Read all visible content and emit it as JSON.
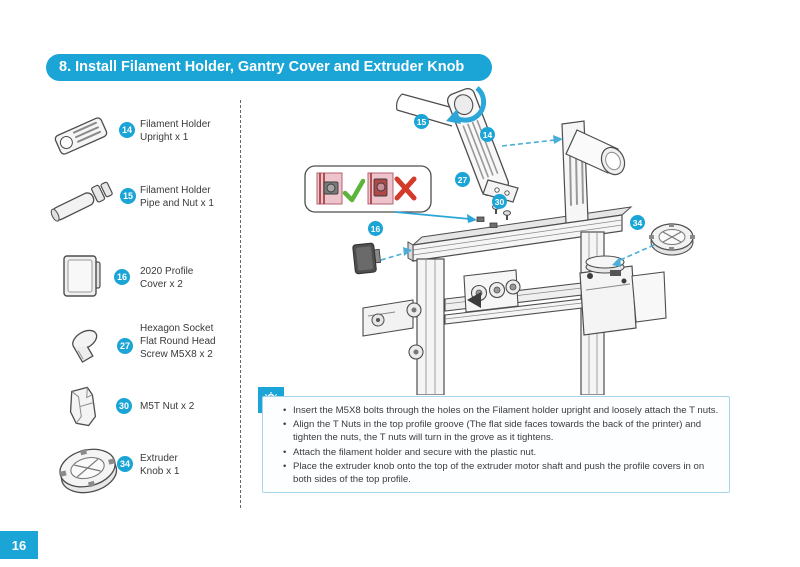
{
  "header": {
    "title": "8. Install Filament Holder, Gantry Cover and Extruder Knob"
  },
  "footer": {
    "page_number": "16"
  },
  "colors": {
    "accent": "#1ba4d6",
    "note_border": "#a7d4e8",
    "check_green": "#5cb53a",
    "cross_red": "#d43a2a"
  },
  "parts": [
    {
      "num": "14",
      "label": "Filament Holder\nUpright x 1"
    },
    {
      "num": "15",
      "label": "Filament Holder\nPipe and Nut x 1"
    },
    {
      "num": "16",
      "label": "2020 Profile\nCover x 2"
    },
    {
      "num": "27",
      "label": "Hexagon Socket\nFlat Round Head\nScrew M5X8 x 2"
    },
    {
      "num": "30",
      "label": "M5T Nut x 2"
    },
    {
      "num": "34",
      "label": "Extruder\nKnob x 1"
    }
  ],
  "diagram": {
    "callouts": {
      "c14": "14",
      "c15": "15",
      "c16": "16",
      "c27": "27",
      "c30": "30",
      "c34": "34"
    }
  },
  "notes": {
    "bullets": [
      "Insert the M5X8 bolts through the holes on the Filament holder upright and loosely attach the T nuts.",
      "Align the T Nuts in the top profile groove (The flat side faces towards the back of the printer) and tighten the nuts, the T nuts will turn in the grove as it tightens.",
      "Attach the filament holder and secure with the plastic nut.",
      "Place the extruder knob onto the top of the extruder motor shaft and push the profile covers in on both sides of the top profile."
    ]
  }
}
